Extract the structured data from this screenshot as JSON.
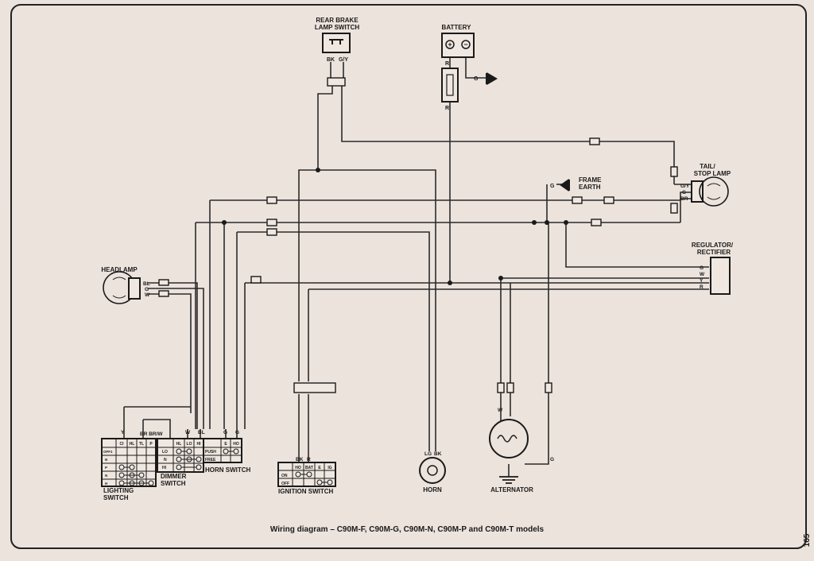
{
  "caption": "Wiring diagram – C90M-F, C90M-G, C90M-N, C90M-P and C90M-T models",
  "page_number": "165",
  "components": {
    "rear_brake_lamp_switch": {
      "line1": "REAR BRAKE",
      "line2": "LAMP SWITCH",
      "wire_left": "BK",
      "wire_right": "G/Y"
    },
    "battery": {
      "label": "BATTERY",
      "plus": "+",
      "minus": "−",
      "wire_r1": "R",
      "wire_r2": "R",
      "wire_g": "G"
    },
    "tail_stop_lamp": {
      "line1": "TAIL/",
      "line2": "STOP LAMP",
      "wire_gy": "G/Y",
      "wire_g": "G",
      "wire_br": "BR"
    },
    "frame_earth": {
      "line1": "FRAME",
      "line2": "EARTH",
      "wire_g": "G"
    },
    "regulator_rectifier": {
      "line1": "REGULATOR/",
      "line2": "RECTIFIER",
      "wires": [
        "G",
        "W",
        "Y",
        "R"
      ]
    },
    "headlamp": {
      "label": "HEADLAMP",
      "wires": [
        "BL",
        "G",
        "W"
      ]
    },
    "lighting_switch": {
      "line1": "LIGHTING",
      "line2": "SWITCH",
      "wire_y": "Y",
      "cols": [
        "CI",
        "HL",
        "TL",
        "P"
      ],
      "rows": [
        "OFF1",
        "N",
        "P",
        "N",
        "H"
      ]
    },
    "dimmer_switch": {
      "line1": "DIMMER",
      "line2": "SWITCH",
      "wire_labels": "BR BR/W",
      "cols": [
        "HL",
        "LO",
        "HI"
      ],
      "rows": [
        "LO",
        "N",
        "HI"
      ]
    },
    "horn_switch": {
      "label": "HORN SWITCH",
      "wire_w": "W",
      "wire_bl": "BL",
      "wire_g1": "G",
      "wire_g2": "G",
      "cols": [
        "E",
        "HO"
      ],
      "rows": [
        "PUSH",
        "FREE"
      ]
    },
    "ignition_switch": {
      "label": "IGNITION SWITCH",
      "wire_bk": "BK",
      "wire_r": "R",
      "cols": [
        "HO",
        "BAT",
        "E",
        "IG"
      ],
      "rows": [
        "ON",
        "OFF"
      ]
    },
    "horn": {
      "label": "HORN",
      "wire_lg": "LG",
      "wire_bk": "BK"
    },
    "alternator": {
      "label": "ALTERNATOR",
      "wire_w": "W",
      "wire_g": "G"
    }
  }
}
